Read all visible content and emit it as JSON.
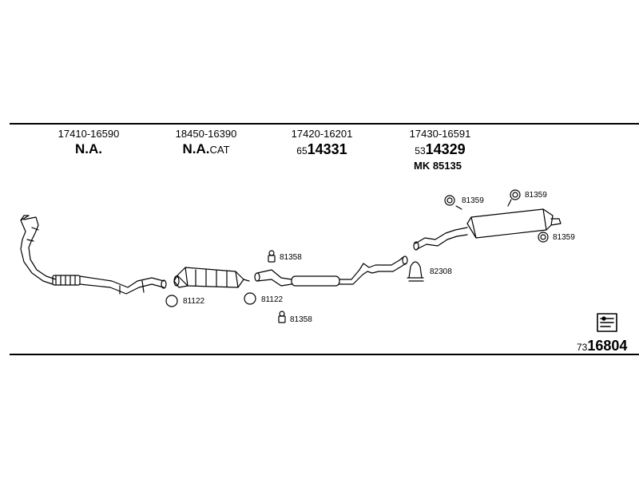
{
  "columns": [
    {
      "code": "17410-16590",
      "name": "N.A.",
      "name_suffix": "",
      "pn_prefix": "",
      "pn_main": "",
      "extra": ""
    },
    {
      "code": "18450-16390",
      "name": "N.A.",
      "name_suffix": "CAT",
      "pn_prefix": "",
      "pn_main": "",
      "extra": ""
    },
    {
      "code": "17420-16201",
      "name": "",
      "name_suffix": "",
      "pn_prefix": "65",
      "pn_main": "14331",
      "extra": ""
    },
    {
      "code": "17430-16591",
      "name": "",
      "name_suffix": "",
      "pn_prefix": "53",
      "pn_main": "14329",
      "extra": "MK  85135"
    }
  ],
  "labels": {
    "bolt_top": "81358",
    "bolt_bottom": "81358",
    "ring_left": "81122",
    "ring_right": "81122",
    "clamp": "82308",
    "hanger_1": "81359",
    "hanger_2": "81359",
    "hanger_3": "81359"
  },
  "doc_ref": {
    "prefix": "73",
    "main": "16804"
  }
}
